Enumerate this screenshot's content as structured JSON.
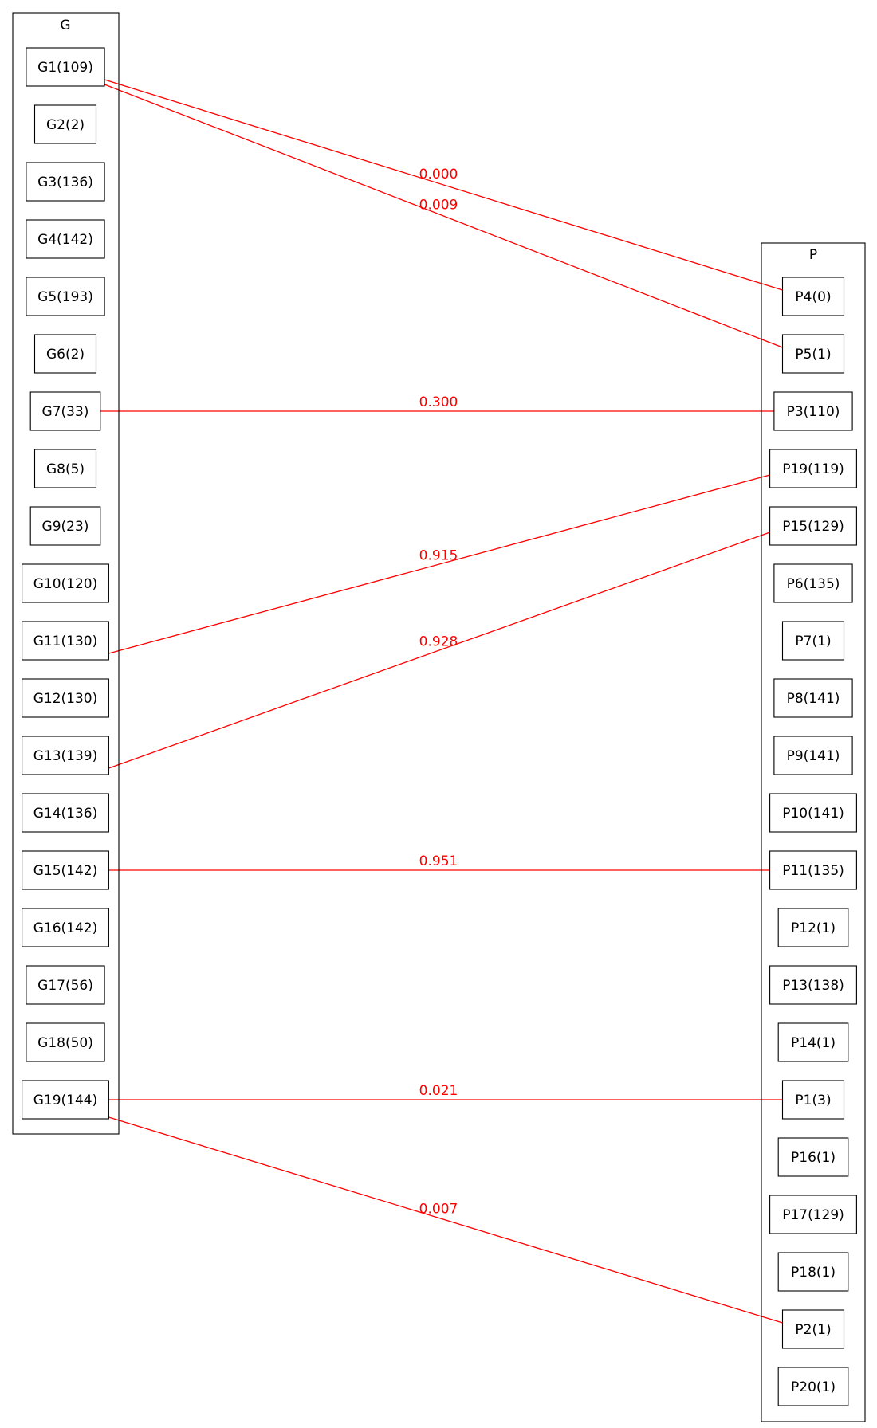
{
  "clusters": {
    "g": {
      "title": "G"
    },
    "p": {
      "title": "P"
    }
  },
  "g_nodes": [
    {
      "id": "G1",
      "label": "G1(109)"
    },
    {
      "id": "G2",
      "label": "G2(2)"
    },
    {
      "id": "G3",
      "label": "G3(136)"
    },
    {
      "id": "G4",
      "label": "G4(142)"
    },
    {
      "id": "G5",
      "label": "G5(193)"
    },
    {
      "id": "G6",
      "label": "G6(2)"
    },
    {
      "id": "G7",
      "label": "G7(33)"
    },
    {
      "id": "G8",
      "label": "G8(5)"
    },
    {
      "id": "G9",
      "label": "G9(23)"
    },
    {
      "id": "G10",
      "label": "G10(120)"
    },
    {
      "id": "G11",
      "label": "G11(130)"
    },
    {
      "id": "G12",
      "label": "G12(130)"
    },
    {
      "id": "G13",
      "label": "G13(139)"
    },
    {
      "id": "G14",
      "label": "G14(136)"
    },
    {
      "id": "G15",
      "label": "G15(142)"
    },
    {
      "id": "G16",
      "label": "G16(142)"
    },
    {
      "id": "G17",
      "label": "G17(56)"
    },
    {
      "id": "G18",
      "label": "G18(50)"
    },
    {
      "id": "G19",
      "label": "G19(144)"
    }
  ],
  "p_nodes": [
    {
      "id": "P4",
      "label": "P4(0)"
    },
    {
      "id": "P5",
      "label": "P5(1)"
    },
    {
      "id": "P3",
      "label": "P3(110)"
    },
    {
      "id": "P19",
      "label": "P19(119)"
    },
    {
      "id": "P15",
      "label": "P15(129)"
    },
    {
      "id": "P6",
      "label": "P6(135)"
    },
    {
      "id": "P7",
      "label": "P7(1)"
    },
    {
      "id": "P8",
      "label": "P8(141)"
    },
    {
      "id": "P9",
      "label": "P9(141)"
    },
    {
      "id": "P10",
      "label": "P10(141)"
    },
    {
      "id": "P11",
      "label": "P11(135)"
    },
    {
      "id": "P12",
      "label": "P12(1)"
    },
    {
      "id": "P13",
      "label": "P13(138)"
    },
    {
      "id": "P14",
      "label": "P14(1)"
    },
    {
      "id": "P1",
      "label": "P1(3)"
    },
    {
      "id": "P16",
      "label": "P16(1)"
    },
    {
      "id": "P17",
      "label": "P17(129)"
    },
    {
      "id": "P18",
      "label": "P18(1)"
    },
    {
      "id": "P2",
      "label": "P2(1)"
    },
    {
      "id": "P20",
      "label": "P20(1)"
    }
  ],
  "edges": [
    {
      "from": "G1",
      "to": "P4",
      "label": "0.000"
    },
    {
      "from": "G1",
      "to": "P5",
      "label": "0.009"
    },
    {
      "from": "G7",
      "to": "P3",
      "label": "0.300"
    },
    {
      "from": "G11",
      "to": "P19",
      "label": "0.915"
    },
    {
      "from": "G13",
      "to": "P15",
      "label": "0.928"
    },
    {
      "from": "G15",
      "to": "P11",
      "label": "0.951"
    },
    {
      "from": "G19",
      "to": "P1",
      "label": "0.021"
    },
    {
      "from": "G19",
      "to": "P2",
      "label": "0.007"
    }
  ],
  "colors": {
    "edge": "#ff0000",
    "node_border": "#000000",
    "background": "#ffffff"
  }
}
